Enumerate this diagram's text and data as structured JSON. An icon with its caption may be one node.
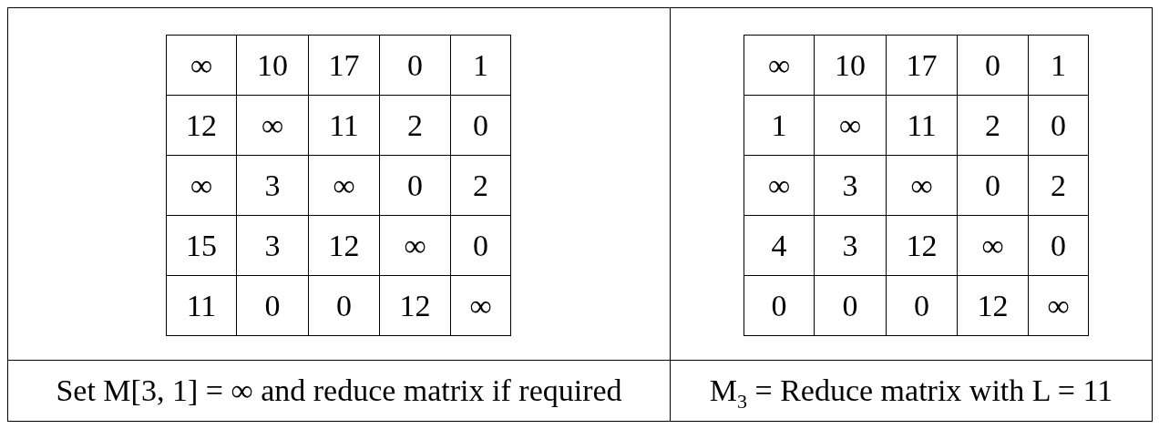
{
  "diagram": {
    "labels": [
      "∞",
      "10",
      "17",
      "0",
      "1",
      "12",
      "∞",
      "11",
      "2",
      "0",
      "∞",
      "3",
      "∞",
      "0",
      "2",
      "15",
      "3",
      "12",
      "∞",
      "0",
      "11",
      "0",
      "0",
      "12",
      "∞",
      "∞",
      "10",
      "17",
      "0",
      "1",
      "1",
      "∞",
      "11",
      "2",
      "0",
      "∞",
      "3",
      "∞",
      "0",
      "2",
      "4",
      "3",
      "12",
      "∞",
      "0",
      "0",
      "0",
      "0",
      "12",
      "∞",
      "Set M[3, 1] = ∞ and reduce matrix if required",
      "M$_{3}$ = Reduce matrix with L = 11"
    ]
  }
}
